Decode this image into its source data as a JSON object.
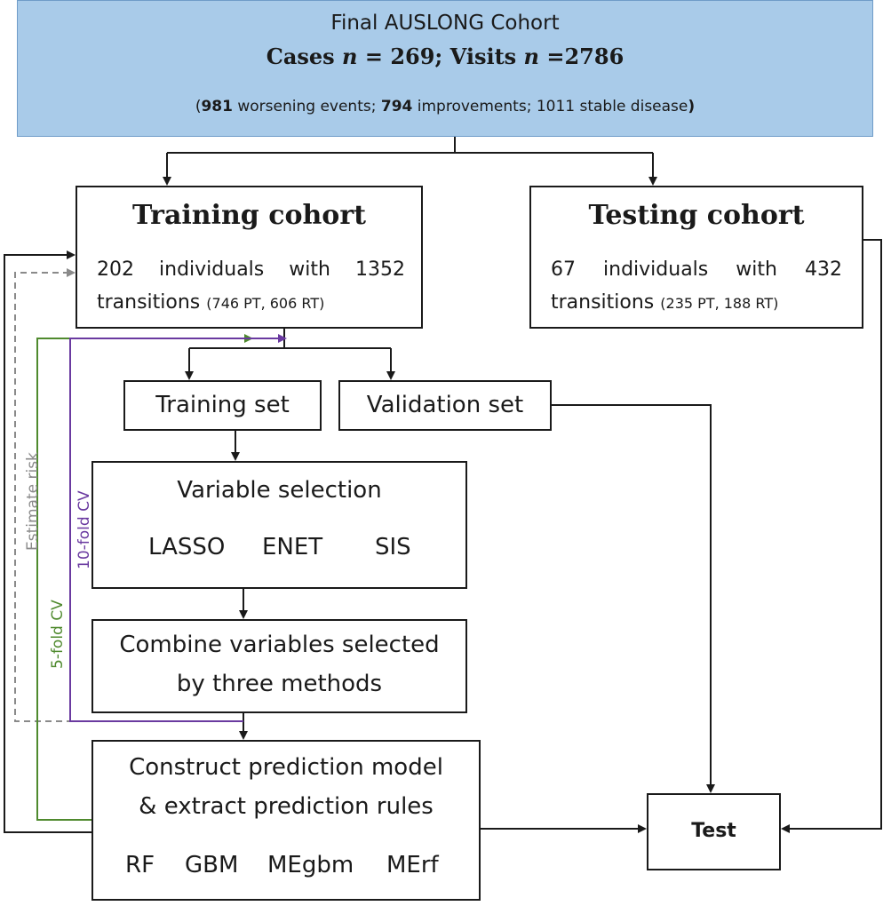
{
  "cohort": {
    "title": "Final AUSLONG Cohort",
    "cases_label": "Cases ",
    "cases_n": "n",
    "cases_value": " = 269; ",
    "visits_label": "Visits ",
    "visits_n": "n",
    "visits_value": " =2786",
    "paren_open": "(",
    "worsening_count": "981",
    "worsening_text": " worsening events;  ",
    "improvements_count": "794",
    "improvements_text": " improvements; 1011 stable disease",
    "paren_close": ")"
  },
  "training_cohort": {
    "title": "Training cohort",
    "line1_words": [
      "202",
      "individuals",
      "with",
      "1352"
    ],
    "line2_main": "transitions ",
    "line2_small": "(746 PT, 606 RT)"
  },
  "testing_cohort": {
    "title": "Testing cohort",
    "line1_words": [
      "67",
      "individuals",
      "with",
      "432"
    ],
    "line2_main": "transitions ",
    "line2_small": "(235 PT, 188 RT)"
  },
  "training_set": {
    "label": "Training set"
  },
  "validation_set": {
    "label": "Validation set"
  },
  "variable_selection": {
    "title": "Variable selection",
    "methods": [
      "LASSO",
      "ENET",
      "SIS"
    ]
  },
  "combine": {
    "line1": "Combine variables selected",
    "line2": "by three methods"
  },
  "construct": {
    "line1": "Construct prediction model",
    "line2": "& extract prediction rules",
    "models": [
      "RF",
      "GBM",
      "MEgbm",
      "MErf"
    ]
  },
  "test": {
    "label": "Test"
  },
  "loops": {
    "estimate_risk": "Estimate risk",
    "five_fold": "5-fold CV",
    "ten_fold": "10-fold CV"
  },
  "colors": {
    "header_fill": "#a9cbe9",
    "five_fold": "#4f8a2e",
    "ten_fold": "#6a3aa0",
    "estimate": "#8a8a8a"
  }
}
